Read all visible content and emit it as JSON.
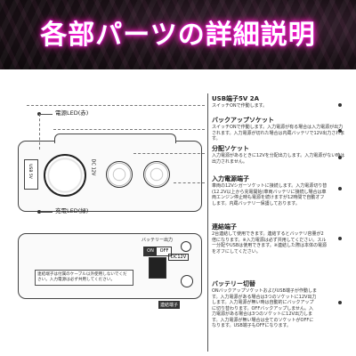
{
  "banner": {
    "title": "各部パーツの詳細説明"
  },
  "front": {
    "power_led": "電源LED(赤)",
    "charge_led": "充電LED(緑)",
    "usb_label": "USB 5V",
    "dc_label": "DC 12V"
  },
  "sections": {
    "usb": {
      "title": "USB端子5V 2A",
      "desc": "スイッチONで作動します。"
    },
    "backup": {
      "title": "バックアップソケット",
      "desc": "スイッチONで作動します。入力電源が有る場合は入力電源が出力されます。入力電源が切れた場合は内蔵バッテリで12V出力されます。"
    },
    "socket": {
      "title": "分配ソケット",
      "desc": "入力電源があるときに12Vを分配出力します。入力電源がない時は出力されません。"
    },
    "input": {
      "title": "入力電源端子",
      "desc": "車両の12Vシガーソケットに接続します。入力電源切り替(12.2V以上から充電開始)車両バッテリに接続し場合は車両エンジン停止時も電源を続けますが12時間で自動オフします。内蔵バッテリー保護しております。"
    },
    "conn": {
      "title": "連結端子",
      "desc": "2台連結して使用できます。連結するとバッテリ容量が2倍になります。※入力電源は必ず共用してください。スルー分配やUSBは使用できます。※連結した際は本体の電源をオフにしてください。"
    },
    "switch": {
      "title": "バッテリー切替",
      "desc": "ONバックアップソケットおよびUSB端子が作動します。入力電源がある場合は3つのソケットに12V出力します。入力電源が無い時は自動的にバックアップに切り替わります。OFFバックアップしません。入力電源がある場合は3つのソケットに12V出力します。入力電源が無い場合は全てのソケットがOFFになります。USB端子もOFFになります。"
    }
  },
  "bottom": {
    "switch_label": "バッテリー出力",
    "switch_on": "ON",
    "switch_off": "OFF",
    "dc_in": "DC12V",
    "conn_callout": "連結端子",
    "warning": "連結端子は付属のケーブル以外使用しないでください。入力電源は必ず共用してください。"
  }
}
